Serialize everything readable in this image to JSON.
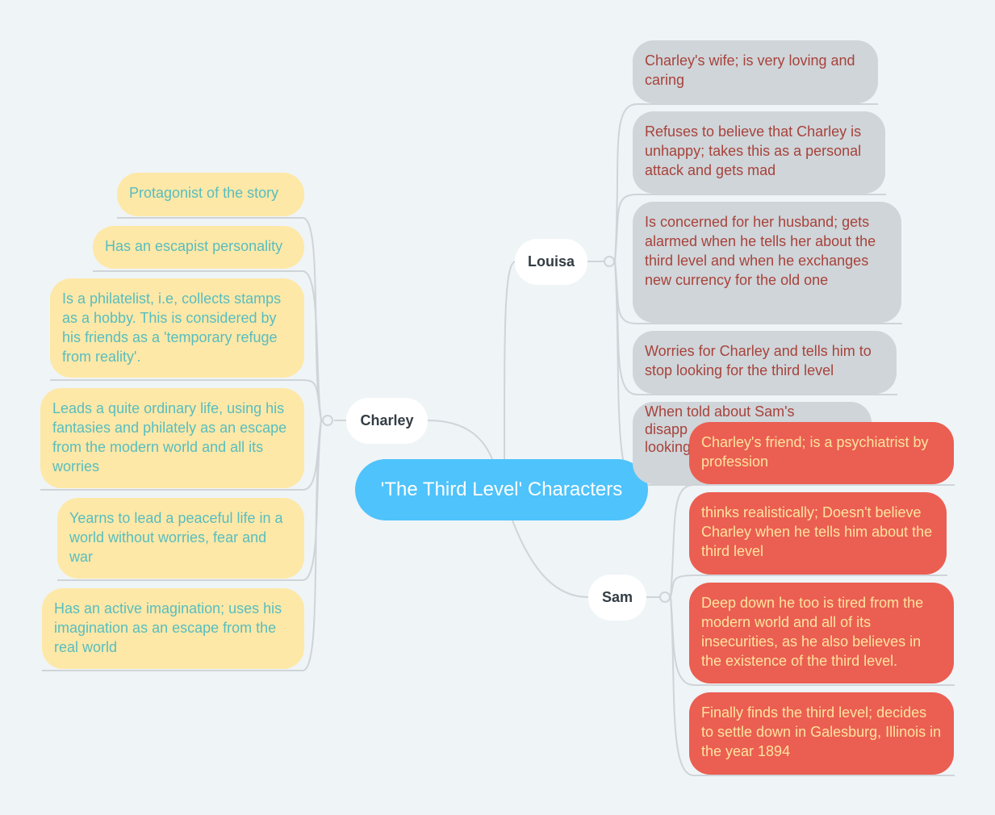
{
  "root": {
    "label": "'The Third Level' Characters",
    "color": "#4fc3fb"
  },
  "charley": {
    "label": "Charley",
    "items": [
      "Protagonist of the story",
      "Has an escapist personality",
      "Is a philatelist, i.e, collects stamps as a hobby. This is considered by his friends as a 'temporary refuge from reality'.",
      "Leads a quite ordinary life, using his fantasies and philately as an escape from the modern world and all its worries",
      "Yearns to lead a peaceful life in a world without worries, fear and war",
      "Has an active imagination; uses his imagination as an escape from the real world"
    ]
  },
  "louisa": {
    "label": "Louisa",
    "items": [
      "Charley's wife; is very loving and caring",
      "Refuses to believe that Charley is unhappy; takes this as a personal attack and gets mad",
      "Is concerned for her husband; gets alarmed when he tells her about the third level and when he exchanges new currency for the old one",
      "Worries for Charley and tells him to stop looking for the third level"
    ],
    "partial_lines": [
      "When told about Sam's",
      "disapp",
      "looking"
    ]
  },
  "sam": {
    "label": "Sam",
    "items": [
      "Charley's friend; is a psychiatrist by profession",
      "thinks realistically; Doesn't believe Charley when he tells him about the third level",
      "Deep down he too is tired from the modern world and all of its insecurities, as he also believes in the existence of the third level.",
      "Finally finds the third level; decides to settle down in Galesburg, Illinois in the year 1894"
    ]
  }
}
